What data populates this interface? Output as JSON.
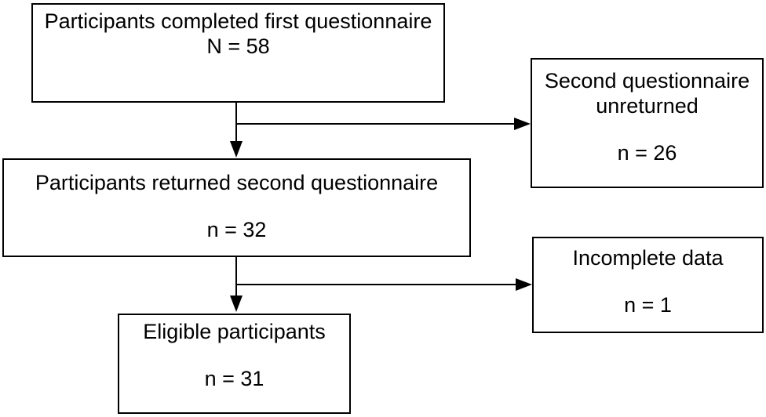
{
  "diagram": {
    "type": "flowchart",
    "colors": {
      "line": "#000000",
      "text": "#000000",
      "background": "#ffffff"
    },
    "boxes": [
      {
        "id": "first-questionnaire",
        "label": "Participants completed first questionnaire",
        "count": "N = 58"
      },
      {
        "id": "second-unreturned",
        "label": "Second questionnaire unreturned",
        "count": "n = 26"
      },
      {
        "id": "returned-second",
        "label": "Participants returned second questionnaire",
        "count": "n = 32"
      },
      {
        "id": "incomplete-data",
        "label": "Incomplete data",
        "count": "n = 1"
      },
      {
        "id": "eligible-participants",
        "label": "Eligible participants",
        "count": "n = 31"
      }
    ],
    "edges": [
      {
        "from": "first-questionnaire",
        "to": "returned-second",
        "style": "arrow-down"
      },
      {
        "from": "first-questionnaire",
        "to": "second-unreturned",
        "style": "arrow-right"
      },
      {
        "from": "returned-second",
        "to": "eligible-participants",
        "style": "arrow-down"
      },
      {
        "from": "returned-second",
        "to": "incomplete-data",
        "style": "arrow-right"
      }
    ]
  }
}
